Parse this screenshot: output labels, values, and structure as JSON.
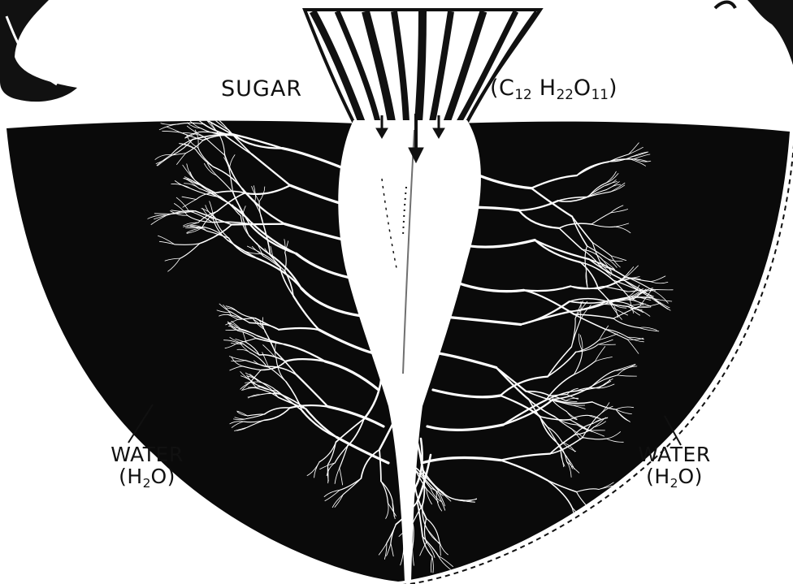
{
  "labels": {
    "sugar": "SUGAR",
    "formula": {
      "open": "(C",
      "c_sub": "12",
      "h": "H",
      "h_sub": "22",
      "o": "O",
      "o_sub": "11",
      "close": ")"
    },
    "water_left": {
      "name": "WATER",
      "open": "(H",
      "sub": "2",
      "close": "O)"
    },
    "water_right": {
      "name": "WATER",
      "open": "(H",
      "sub": "2",
      "close": "O)"
    }
  },
  "icons": [
    "leaf-stalks-icon",
    "sugar-beet-root-icon",
    "soil-mass-icon",
    "root-network-icon",
    "flow-arrow-icon"
  ],
  "colors": {
    "ink": "#111111",
    "soil": "#0a0a0a",
    "paper": "#ffffff"
  }
}
